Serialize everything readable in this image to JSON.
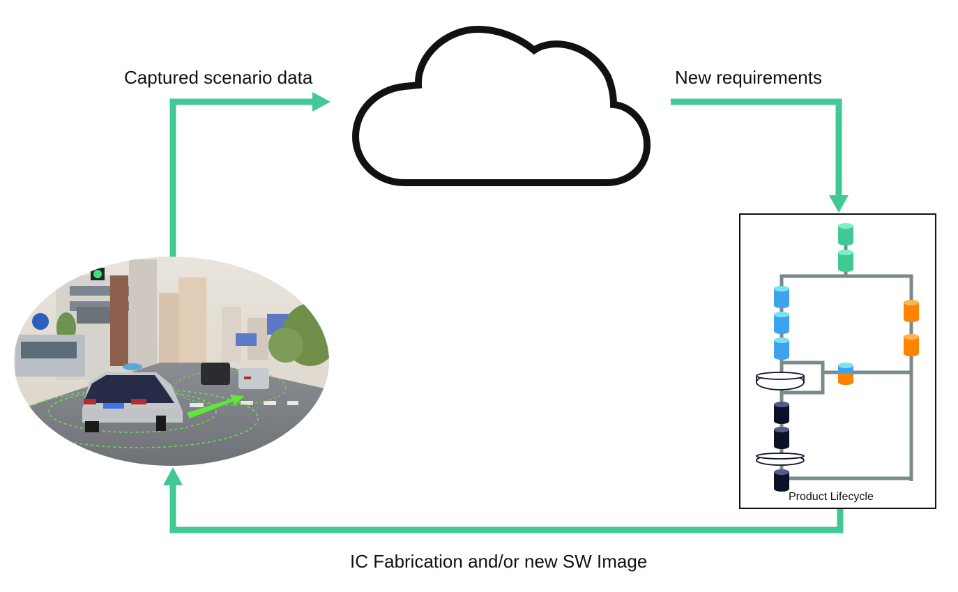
{
  "diagram": {
    "labels": {
      "captured_scenario_data": "Captured scenario data",
      "new_requirements": "New requirements",
      "ic_fabrication": "IC Fabrication and/or new SW Image",
      "product_lifecycle": "Product Lifecycle"
    },
    "colors": {
      "arrow": "#40c895",
      "pipe": "#7a8a88",
      "stage_green": "#40c895",
      "stage_green_top": "#7af0c4",
      "stage_blue": "#3da3ef",
      "stage_blue_top": "#7ee0ee",
      "stage_orange": "#ff8200",
      "stage_orange_top": "#ffb257",
      "stage_dark": "#0d1128",
      "stage_dark_top": "#545a8a",
      "cloud_stroke": "#111111",
      "box_stroke": "#111111"
    },
    "nodes": [
      {
        "id": "cloud",
        "name": "Cloud"
      },
      {
        "id": "vehicle-scene",
        "name": "Autonomous driving street scene"
      },
      {
        "id": "product-lifecycle",
        "name": "Product Lifecycle"
      }
    ],
    "edges": [
      {
        "from": "vehicle-scene",
        "to": "cloud",
        "label": "Captured scenario data"
      },
      {
        "from": "cloud",
        "to": "product-lifecycle",
        "label": "New requirements"
      },
      {
        "from": "product-lifecycle",
        "to": "vehicle-scene",
        "label": "IC Fabrication and/or new SW Image"
      }
    ],
    "lifecycle_stages": {
      "green": 2,
      "blue": 3,
      "orange": 2,
      "merge": 1,
      "dark": 3,
      "rings": 2
    }
  }
}
